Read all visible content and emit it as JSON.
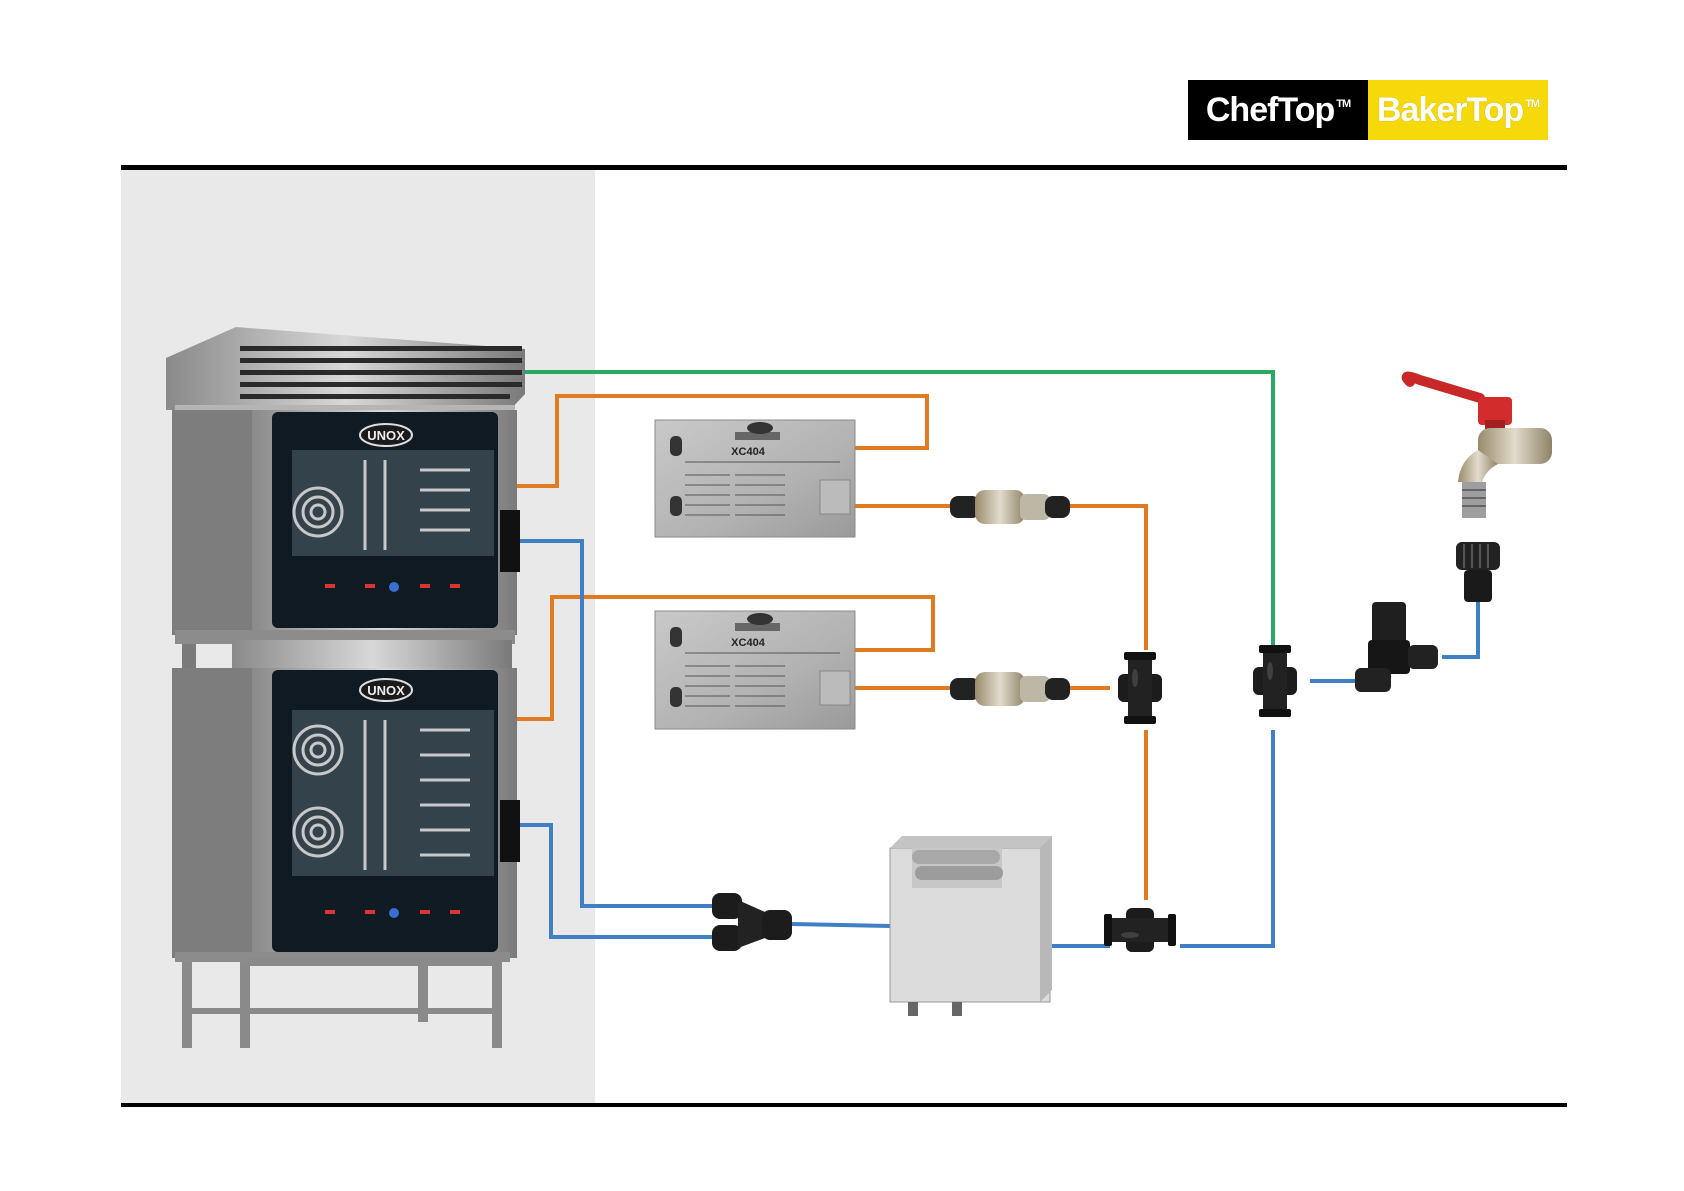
{
  "logo": {
    "left_text": "ChefTop",
    "right_text": "BakerTop",
    "tm": "TM",
    "left_bg": "#000000",
    "right_bg": "#f5d90a"
  },
  "oven_badge": "UNOX",
  "control_box_model": "XC404",
  "pipe_colors": {
    "supply": "#2aa864",
    "hot": "#e07b22",
    "cold": "#3f7fc4"
  },
  "icons": [
    "oven-icon",
    "control-box-icon",
    "solenoid-valve-icon",
    "tee-fitting-icon",
    "y-fitting-icon",
    "water-softener-icon",
    "pressure-reducer-icon",
    "water-tap-icon"
  ]
}
